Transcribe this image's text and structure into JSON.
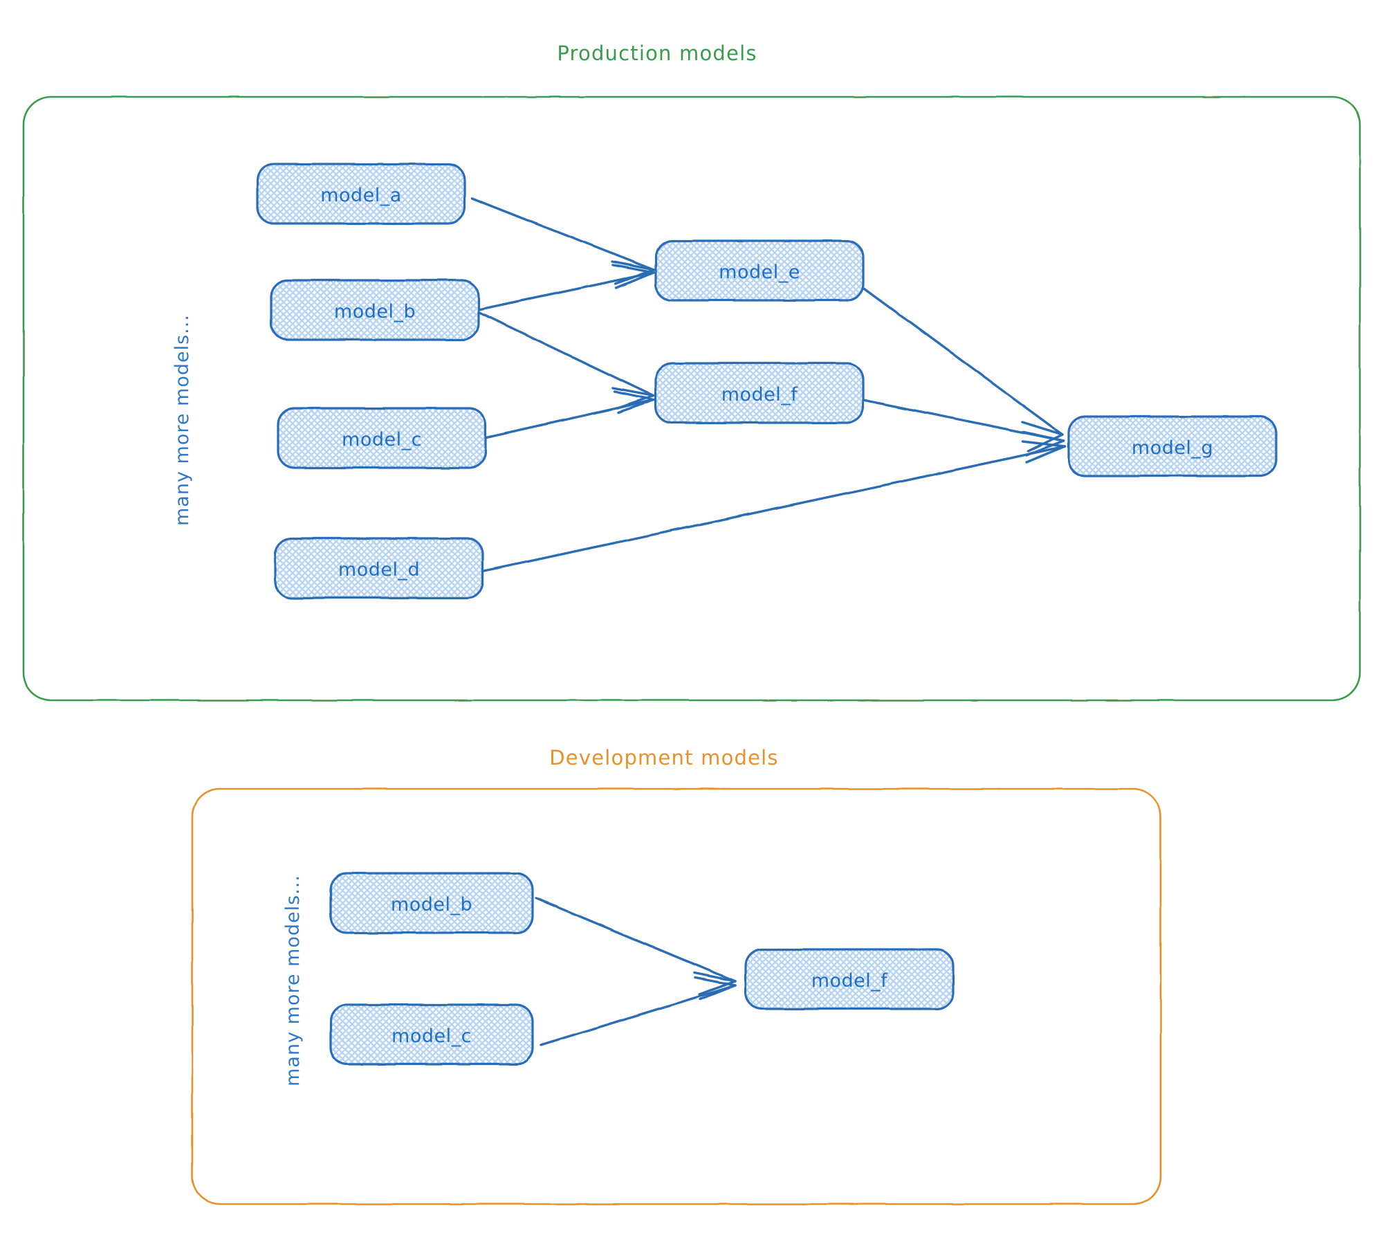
{
  "diagram": {
    "type": "dag-lineage-diagram",
    "background": "#ffffff",
    "colors": {
      "production_border": "#3a9b4e",
      "development_border": "#e8912a",
      "node_border": "#2b6cb8",
      "node_fill_hatch": "#aed0f0",
      "node_text": "#1f6fc4",
      "edge": "#2a6db5",
      "side_note_text": "#2f77c9"
    },
    "groups": [
      {
        "id": "production",
        "title": "Production models",
        "title_color": "#3a9b4e",
        "border_color": "#3a9b4e",
        "side_note": "many more models...",
        "nodes": [
          {
            "id": "prod_model_a",
            "label": "model_a"
          },
          {
            "id": "prod_model_b",
            "label": "model_b"
          },
          {
            "id": "prod_model_c",
            "label": "model_c"
          },
          {
            "id": "prod_model_d",
            "label": "model_d"
          },
          {
            "id": "prod_model_e",
            "label": "model_e"
          },
          {
            "id": "prod_model_f",
            "label": "model_f"
          },
          {
            "id": "prod_model_g",
            "label": "model_g"
          }
        ],
        "edges": [
          {
            "from": "model_a",
            "to": "model_e"
          },
          {
            "from": "model_b",
            "to": "model_e"
          },
          {
            "from": "model_b",
            "to": "model_f"
          },
          {
            "from": "model_c",
            "to": "model_f"
          },
          {
            "from": "model_e",
            "to": "model_g"
          },
          {
            "from": "model_f",
            "to": "model_g"
          },
          {
            "from": "model_d",
            "to": "model_g"
          }
        ]
      },
      {
        "id": "development",
        "title": "Development models",
        "title_color": "#e8912a",
        "border_color": "#e8912a",
        "side_note": "many more models...",
        "nodes": [
          {
            "id": "dev_model_b",
            "label": "model_b"
          },
          {
            "id": "dev_model_c",
            "label": "model_c"
          },
          {
            "id": "dev_model_f",
            "label": "model_f"
          }
        ],
        "edges": [
          {
            "from": "model_b",
            "to": "model_f"
          },
          {
            "from": "model_c",
            "to": "model_f"
          }
        ]
      }
    ]
  }
}
